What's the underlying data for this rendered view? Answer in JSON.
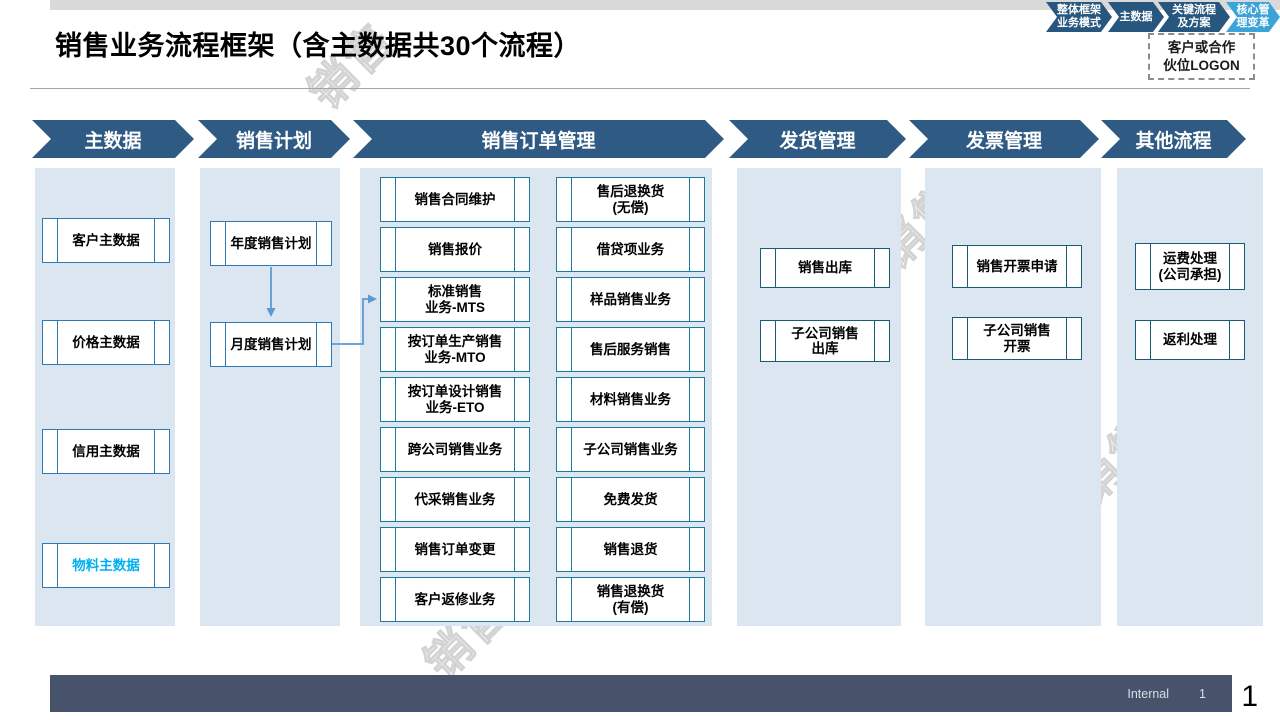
{
  "header": {
    "title": "销售业务流程框架（含主数据共30个流程）",
    "nav_tabs": [
      "整体框架\n业务模式",
      "主数据",
      "关键流程\n及方案",
      "核心管\n理变革"
    ],
    "logo_note": "客户或合作\n伙位LOGON"
  },
  "watermark": {
    "text": "销售"
  },
  "columns": [
    {
      "header": "主数据",
      "boxes": [
        "客户主数据",
        "价格主数据",
        "信用主数据",
        "物料主数据"
      ]
    },
    {
      "header": "销售计划",
      "boxes": [
        "年度销售计划",
        "月度销售计划"
      ]
    },
    {
      "header": "销售订单管理",
      "boxes_left": [
        "销售合同维护",
        "销售报价",
        "标准销售\n业务-MTS",
        "按订单生产销售\n业务-MTO",
        "按订单设计销售\n业务-ETO",
        "跨公司销售业务",
        "代采销售业务",
        "销售订单变更",
        "客户返修业务"
      ],
      "boxes_right": [
        "售后退换货\n(无偿)",
        "借贷项业务",
        "样品销售业务",
        "售后服务销售",
        "材料销售业务",
        "子公司销售业务",
        "免费发货",
        "销售退货",
        "销售退换货\n(有偿)"
      ]
    },
    {
      "header": "发货管理",
      "boxes": [
        "销售出库",
        "子公司销售\n出库"
      ]
    },
    {
      "header": "发票管理",
      "boxes": [
        "销售开票申请",
        "子公司销售\n开票"
      ]
    },
    {
      "header": "其他流程",
      "boxes": [
        "运费处理\n(公司承担)",
        "返利处理"
      ]
    }
  ],
  "footer": {
    "classification": "Internal",
    "slide_number": "1",
    "corner_page_number": "1"
  },
  "colors": {
    "banner_blue": "#2e5a83",
    "tab_blue": "#27567f",
    "tab_light_blue": "#3ba3d8",
    "panel_blue": "#dce6f1",
    "box_border_blue": "#2b79b5",
    "box_border_teal": "#1c7b9b",
    "box_border_dark_teal": "#175e74",
    "highlight_text": "#00b0f0",
    "arrow_blue": "#5b9bd5",
    "footer_bar": "#46536a",
    "top_strip": "#d9d9d9"
  }
}
